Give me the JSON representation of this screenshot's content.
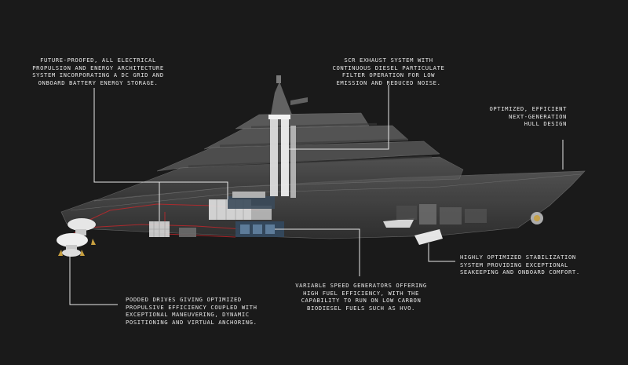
{
  "callouts": {
    "electrical": "FUTURE-PROOFED, ALL ELECTRICAL\nPROPULSION AND ENERGY ARCHITECTURE\nSYSTEM INCORPORATING A DC GRID AND\nONBOARD BATTERY ENERGY STORAGE.",
    "scr": "SCR EXHAUST SYSTEM WITH\nCONTINUOUS DIESEL PARTICULATE\nFILTER OPERATION FOR LOW\nEMISSION AND REDUCED NOISE.",
    "hull": "OPTIMIZED, EFFICIENT\nNEXT-GENERATION\nHULL DESIGN",
    "stabilization": "HIGHLY OPTIMIZED STABILIZATION\nSYSTEM PROVIDING EXCEPTIONAL\nSEAKEEPING AND ONBOARD COMFORT.",
    "generators": "VARIABLE SPEED GENERATORS OFFERING\nHIGH FUEL EFFICIENCY, WITH THE\nCAPABILITY TO RUN ON LOW CARBON\nBIODIESEL FUELS SUCH AS HVO.",
    "pods": "PODDED DRIVES GIVING OPTIMIZED\nPROPULSIVE EFFICIENCY COUPLED WITH\nEXCEPTIONAL MANEUVERING, DYNAMIC\nPOSITIONING AND VIRTUAL ANCHORING."
  },
  "colors": {
    "background": "#1a1a1a",
    "hull": "#4a4a4a",
    "superstructure": "#5a5a5a",
    "leader_line": "#e8e8e8",
    "power_line": "#c0282c",
    "component": "#d8d8d8",
    "pod_prop": "#c8a040"
  }
}
